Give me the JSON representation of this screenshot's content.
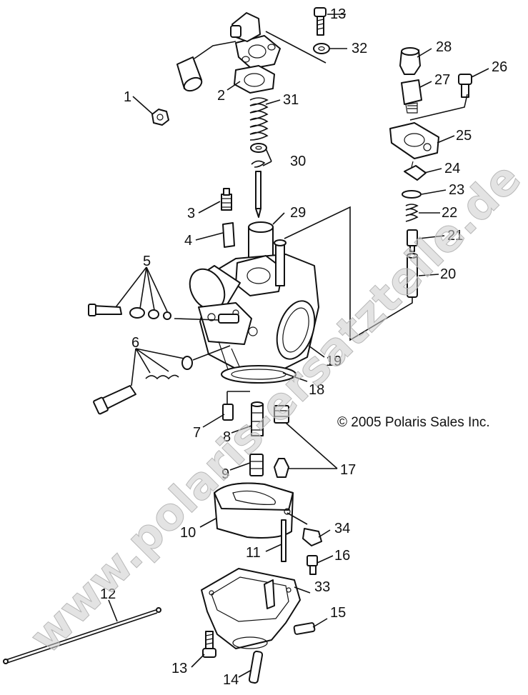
{
  "watermark": "www.polaris-ersatzteile.de",
  "copyright": "© 2005 Polaris Sales Inc.",
  "callouts": {
    "n1": "1",
    "n2": "2",
    "n3": "3",
    "n4": "4",
    "n5": "5",
    "n6": "6",
    "n7": "7",
    "n8": "8",
    "n9": "9",
    "n10": "10",
    "n11": "11",
    "n12": "12",
    "n13a": "13",
    "n13b": "13",
    "n14": "14",
    "n15": "15",
    "n16": "16",
    "n17": "17",
    "n18": "18",
    "n19": "19",
    "n20": "20",
    "n21": "21",
    "n22": "22",
    "n23": "23",
    "n24": "24",
    "n25": "25",
    "n26": "26",
    "n27": "27",
    "n28": "28",
    "n29": "29",
    "n30": "30",
    "n31": "31",
    "n32": "32",
    "n33": "33",
    "n34": "34"
  }
}
